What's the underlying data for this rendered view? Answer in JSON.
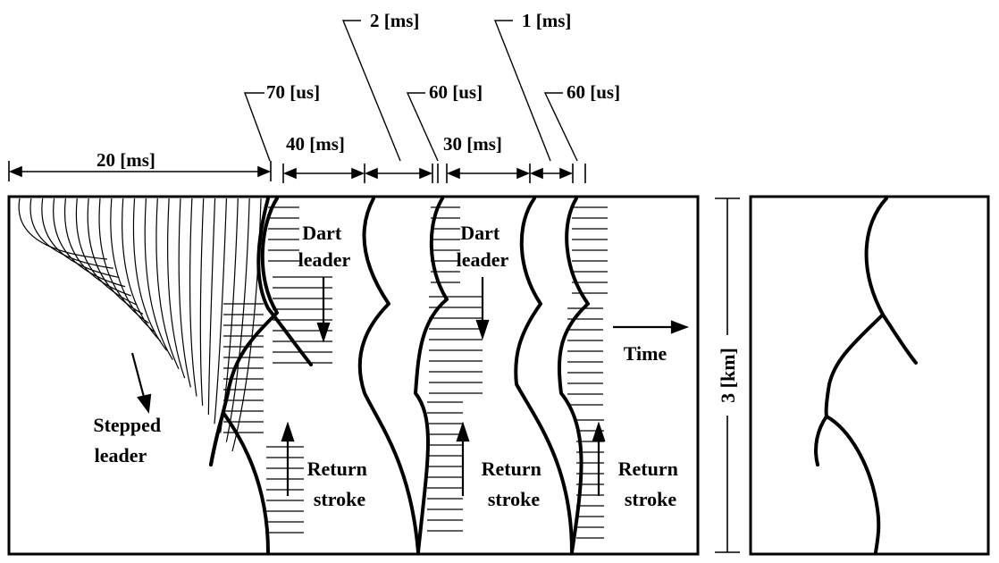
{
  "timing_labels": {
    "stepped_duration": "20 [ms]",
    "gap_1": "70 [us]",
    "dart_1_interval": "40 [ms]",
    "top_2ms": "2 [ms]",
    "gap_2": "60 [us]",
    "dart_2_interval": "30 [ms]",
    "top_1ms": "1 [ms]",
    "gap_3": "60 [us]"
  },
  "annotations": {
    "dart_leader_1": [
      "Dart",
      "leader"
    ],
    "dart_leader_2": [
      "Dart",
      "leader"
    ],
    "stepped_leader": [
      "Stepped",
      "leader"
    ],
    "return_stroke_1": [
      "Return",
      "stroke"
    ],
    "return_stroke_2": [
      "Return",
      "stroke"
    ],
    "return_stroke_3": [
      "Return",
      "stroke"
    ],
    "time": "Time"
  },
  "scale_label": "3 [km]"
}
